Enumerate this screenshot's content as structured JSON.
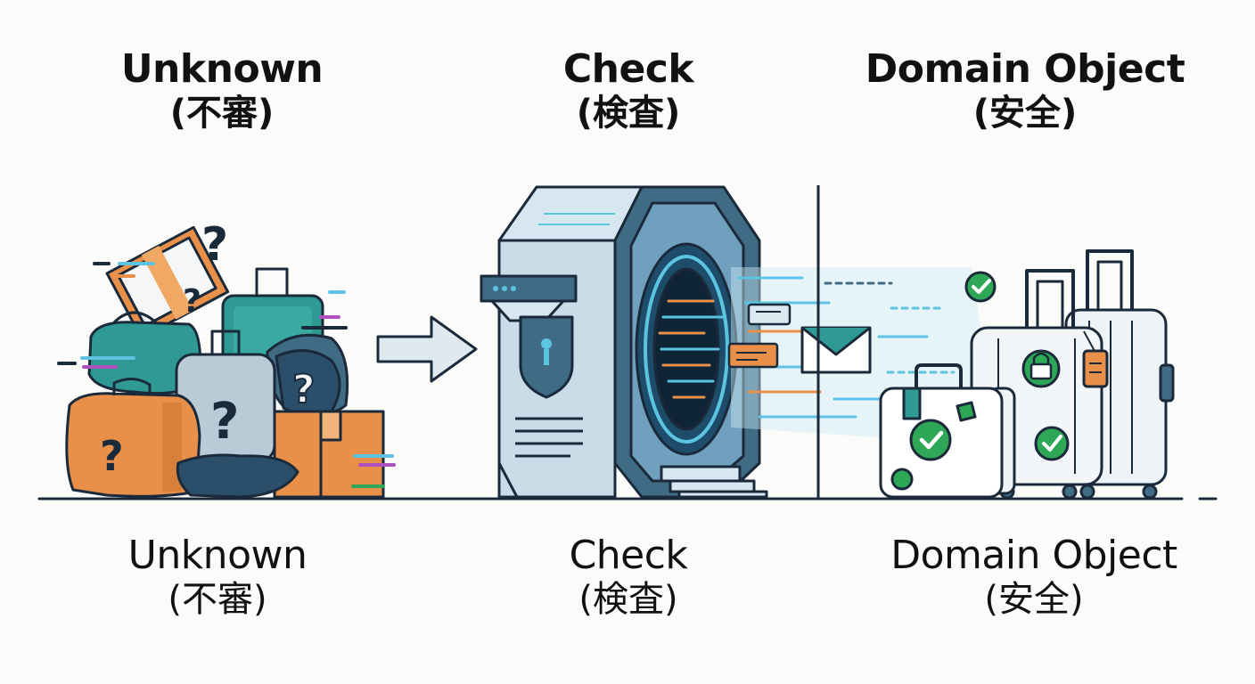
{
  "stages": {
    "unknown": {
      "label": "Unknown",
      "label_jp": "(不審)"
    },
    "check": {
      "label": "Check",
      "label_jp": "(検査)"
    },
    "domain": {
      "label": "Domain Object",
      "label_jp": "(安全)"
    }
  },
  "glyphs": {
    "question": "?"
  },
  "icons": {
    "unknown_pile": "messy-luggage-pile-icon",
    "arrow": "right-arrow-icon",
    "scanner": "security-scanner-gate-icon",
    "shield": "shield-icon",
    "envelope": "envelope-icon",
    "check_badge": "checkmark-badge-icon",
    "lock": "padlock-icon",
    "tag": "luggage-tag-icon",
    "luggage_safe": "clean-luggage-icon"
  },
  "colors": {
    "outline": "#1b2a3a",
    "orange": "#e8904a",
    "teal": "#2e9a93",
    "slate": "#3f6b85",
    "light_blue": "#c9dde9",
    "cyan": "#5cc3e0",
    "green": "#2ea856",
    "ground": "#1b2a3a"
  }
}
